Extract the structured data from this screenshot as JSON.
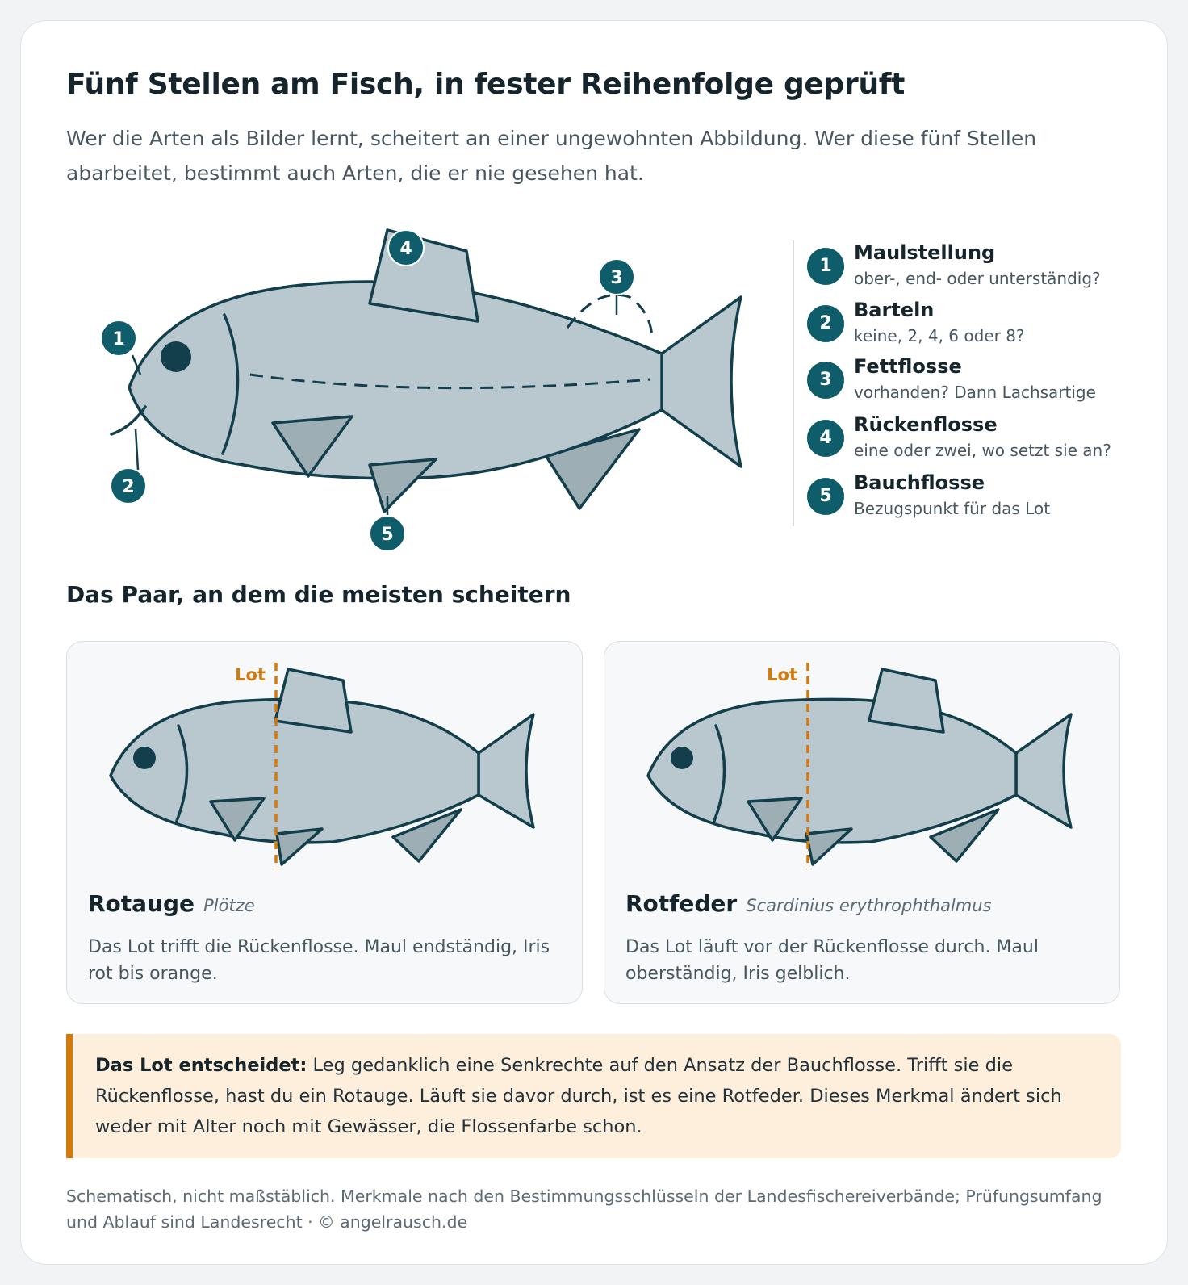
{
  "header": {
    "title": "Fünf Stellen am Fisch, in fester Reihenfolge geprüft",
    "subtitle": "Wer die Arten als Bilder lernt, scheitert an einer ungewohnten Abbildung. Wer diese fünf Stellen abarbeitet, bestimmt auch Arten, die er nie gesehen hat."
  },
  "diagram": {
    "markers": [
      "1",
      "2",
      "3",
      "4",
      "5"
    ]
  },
  "legend": [
    {
      "num": "1",
      "title": "Maulstellung",
      "desc": "ober-, end- oder unterständig?"
    },
    {
      "num": "2",
      "title": "Barteln",
      "desc": "keine, 2, 4, 6 oder 8?"
    },
    {
      "num": "3",
      "title": "Fettflosse",
      "desc": "vorhanden? Dann Lachsartige"
    },
    {
      "num": "4",
      "title": "Rückenflosse",
      "desc": "eine oder zwei, wo setzt sie an?"
    },
    {
      "num": "5",
      "title": "Bauchflosse",
      "desc": "Bezugspunkt für das Lot"
    }
  ],
  "pair": {
    "title": "Das Paar, an dem die meisten scheitern",
    "lot_label": "Lot",
    "species": [
      {
        "common": "Rotauge",
        "scientific": "Plötze",
        "desc": "Das Lot trifft die Rückenflosse. Maul endständig, Iris rot bis orange."
      },
      {
        "common": "Rotfeder",
        "scientific": "Scardinius erythrophthalmus",
        "desc": "Das Lot läuft vor der Rückenflosse durch. Maul oberständig, Iris gelblich."
      }
    ]
  },
  "callout": {
    "lead": "Das Lot entscheidet:",
    "text": " Leg gedanklich eine Senkrechte auf den Ansatz der Bauchflosse. Trifft sie die Rückenflosse, hast du ein Rotauge. Läuft sie davor durch, ist es eine Rotfeder. Dieses Merkmal ändert sich weder mit Alter noch mit Gewässer, die Flossenfarbe schon."
  },
  "footnote": "Schematisch, nicht maßstäblich. Merkmale nach den Bestimmungsschlüsseln der Landesfischereiverbände; Prüfungsumfang und Ablauf sind Landesrecht · © angelrausch.de",
  "colors": {
    "accent": "#0f5d6b",
    "outline": "#123f4b",
    "fish_fill": "#b9c8ce",
    "lot": "#d4790c",
    "callout_bg": "#feefdc"
  }
}
